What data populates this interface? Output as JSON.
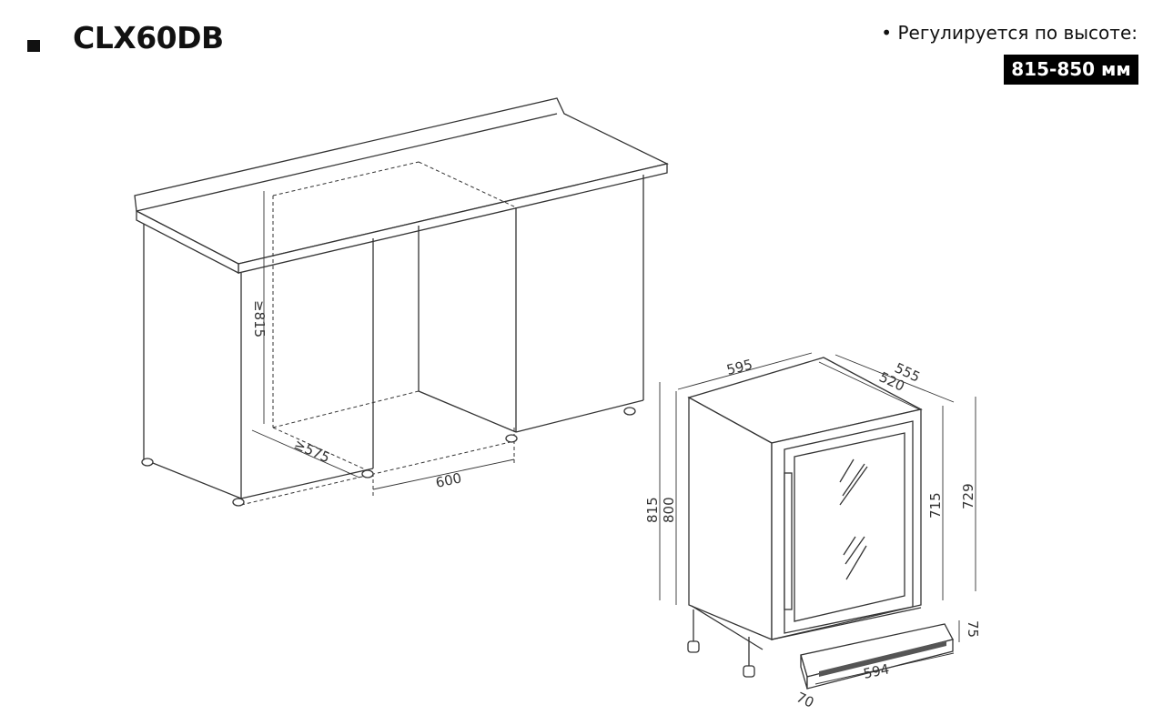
{
  "header": {
    "model": "CLX60DB",
    "note": "• Регулируется по высоте:",
    "height_range": "815-850 мм"
  },
  "cabinet_dims": {
    "height": "≥815",
    "depth": "≥575",
    "width": "600"
  },
  "appliance_dims": {
    "width": "595",
    "depth_total": "555",
    "depth_body": "520",
    "height_total": "815",
    "height_body": "800",
    "door_height": "715",
    "frame_height": "729",
    "kick_height": "75",
    "kick_width": "594",
    "kick_depth": "70"
  }
}
